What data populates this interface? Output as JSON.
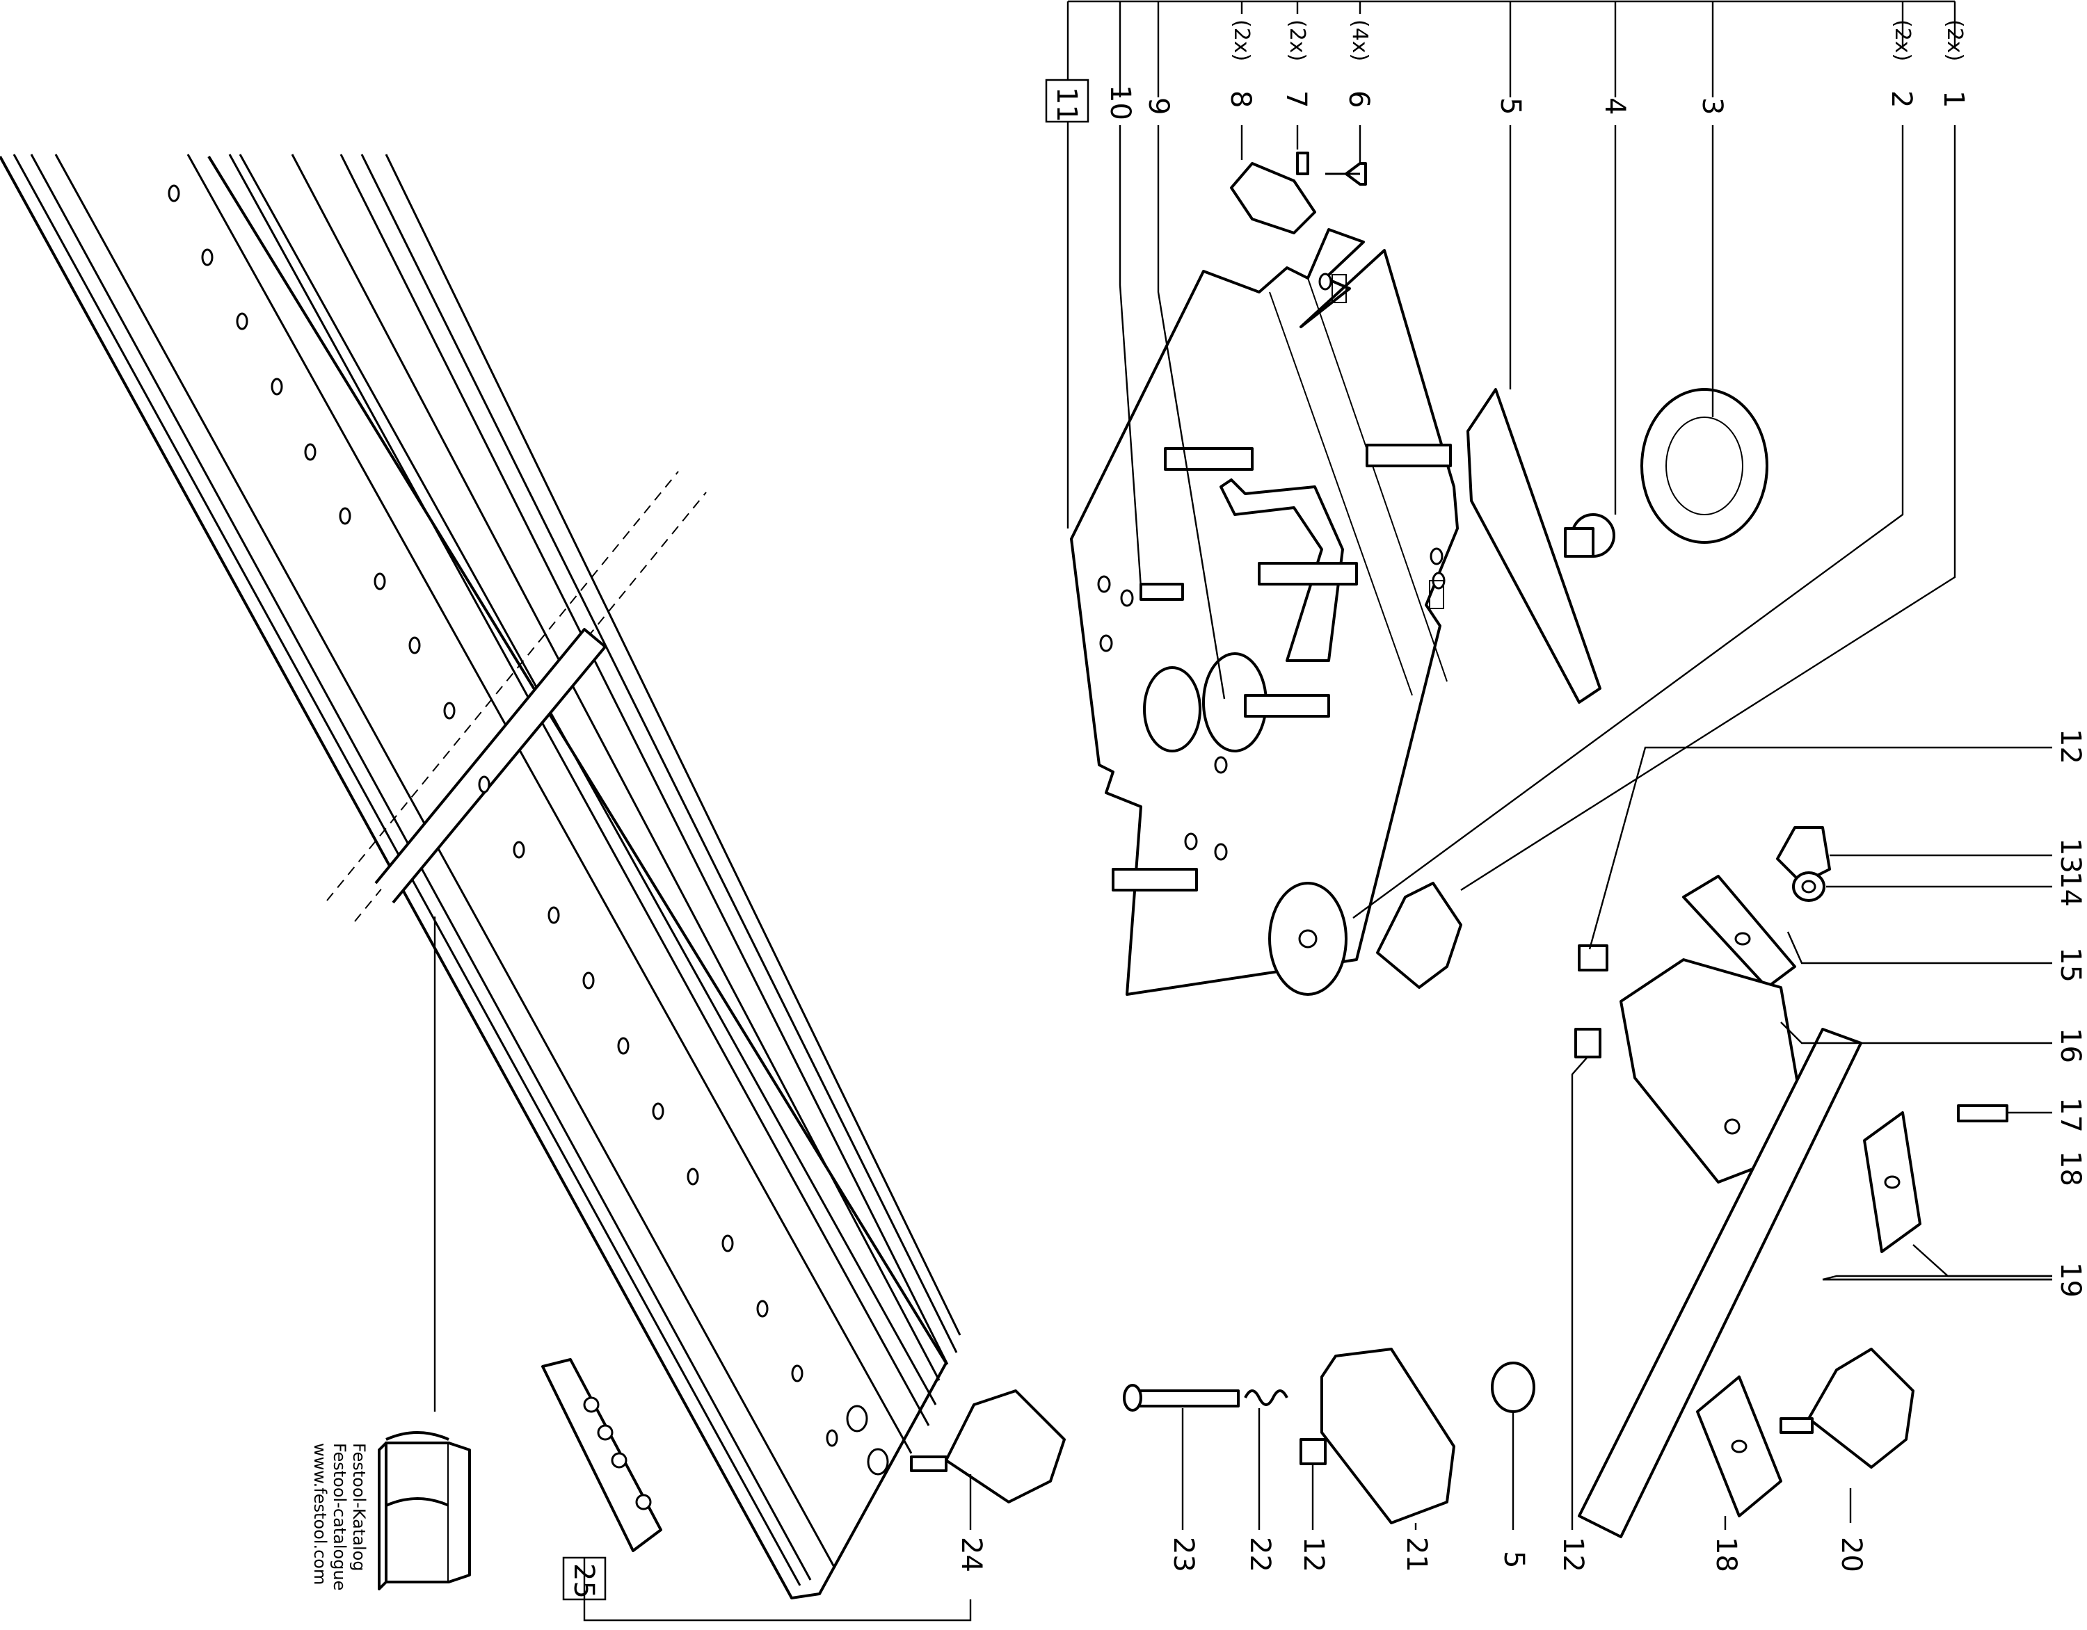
{
  "callouts": [
    {
      "id": "c1",
      "label": "1",
      "count": "(2x)"
    },
    {
      "id": "c2",
      "label": "2",
      "count": "(2x)"
    },
    {
      "id": "c3",
      "label": "3"
    },
    {
      "id": "c4",
      "label": "4"
    },
    {
      "id": "c5",
      "label": "5"
    },
    {
      "id": "c6",
      "label": "6",
      "count": "(4x)"
    },
    {
      "id": "c7",
      "label": "7",
      "count": "(2x)"
    },
    {
      "id": "c8",
      "label": "8",
      "count": "(2x)"
    },
    {
      "id": "c9",
      "label": "9"
    },
    {
      "id": "c10",
      "label": "10"
    },
    {
      "id": "c11",
      "label": "11",
      "boxed": true
    },
    {
      "id": "c12a",
      "label": "12"
    },
    {
      "id": "c13",
      "label": "13"
    },
    {
      "id": "c14",
      "label": "14"
    },
    {
      "id": "c15",
      "label": "15"
    },
    {
      "id": "c16",
      "label": "16"
    },
    {
      "id": "c17",
      "label": "17"
    },
    {
      "id": "c18a",
      "label": "18"
    },
    {
      "id": "c19",
      "label": "19"
    },
    {
      "id": "c20",
      "label": "20"
    },
    {
      "id": "c18b",
      "label": "18"
    },
    {
      "id": "c12b",
      "label": "12"
    },
    {
      "id": "c5b",
      "label": "5"
    },
    {
      "id": "c21",
      "label": "21"
    },
    {
      "id": "c12c",
      "label": "12"
    },
    {
      "id": "c22",
      "label": "22"
    },
    {
      "id": "c23",
      "label": "23"
    },
    {
      "id": "c24",
      "label": "24"
    },
    {
      "id": "c25",
      "label": "25",
      "boxed": true
    }
  ],
  "catalog": {
    "line1": "Festool-Katalog",
    "line2": "Festool-catalogue",
    "line3": "www.festool.com"
  },
  "icons": {
    "catalog": "catalog-book-icon"
  }
}
